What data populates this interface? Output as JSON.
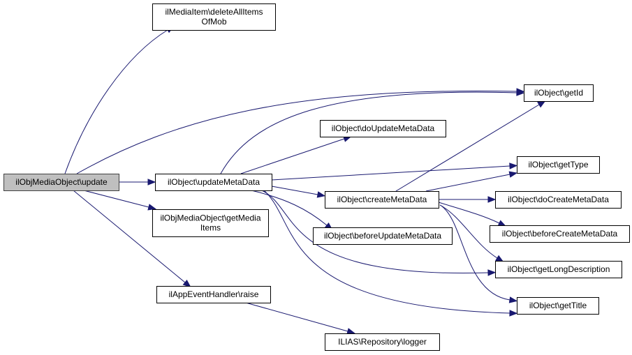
{
  "diagram": {
    "type": "call-graph",
    "colors": {
      "edge": "#191970",
      "root_fill": "#bfbfbf",
      "node_fill": "#ffffff",
      "border": "#000000"
    },
    "nodes": [
      {
        "id": "root",
        "lines": [
          "ilObjMediaObject\\update"
        ],
        "root": true
      },
      {
        "id": "deleteAll",
        "lines": [
          "ilMediaItem\\deleteAllItems",
          "OfMob"
        ]
      },
      {
        "id": "updateMeta",
        "lines": [
          "ilObject\\updateMetaData"
        ]
      },
      {
        "id": "getMediaItems",
        "lines": [
          "ilObjMediaObject\\getMedia",
          "Items"
        ]
      },
      {
        "id": "raise",
        "lines": [
          "ilAppEventHandler\\raise"
        ]
      },
      {
        "id": "doUpdateMeta",
        "lines": [
          "ilObject\\doUpdateMetaData"
        ]
      },
      {
        "id": "createMeta",
        "lines": [
          "ilObject\\createMetaData"
        ]
      },
      {
        "id": "beforeUpdateMeta",
        "lines": [
          "ilObject\\beforeUpdateMetaData"
        ]
      },
      {
        "id": "logger",
        "lines": [
          "ILIAS\\Repository\\logger"
        ]
      },
      {
        "id": "getId",
        "lines": [
          "ilObject\\getId"
        ]
      },
      {
        "id": "getType",
        "lines": [
          "ilObject\\getType"
        ]
      },
      {
        "id": "doCreateMeta",
        "lines": [
          "ilObject\\doCreateMetaData"
        ]
      },
      {
        "id": "beforeCreateMeta",
        "lines": [
          "ilObject\\beforeCreateMetaData"
        ]
      },
      {
        "id": "getLongDesc",
        "lines": [
          "ilObject\\getLongDescription"
        ]
      },
      {
        "id": "getTitle",
        "lines": [
          "ilObject\\getTitle"
        ]
      }
    ],
    "edges": [
      {
        "from": "root",
        "to": "deleteAll"
      },
      {
        "from": "root",
        "to": "getId"
      },
      {
        "from": "root",
        "to": "updateMeta"
      },
      {
        "from": "root",
        "to": "getMediaItems"
      },
      {
        "from": "root",
        "to": "raise"
      },
      {
        "from": "updateMeta",
        "to": "getId"
      },
      {
        "from": "updateMeta",
        "to": "doUpdateMeta"
      },
      {
        "from": "updateMeta",
        "to": "getType"
      },
      {
        "from": "updateMeta",
        "to": "createMeta"
      },
      {
        "from": "updateMeta",
        "to": "beforeUpdateMeta"
      },
      {
        "from": "updateMeta",
        "to": "getLongDesc"
      },
      {
        "from": "updateMeta",
        "to": "getTitle"
      },
      {
        "from": "createMeta",
        "to": "getId"
      },
      {
        "from": "createMeta",
        "to": "getType"
      },
      {
        "from": "createMeta",
        "to": "doCreateMeta"
      },
      {
        "from": "createMeta",
        "to": "beforeCreateMeta"
      },
      {
        "from": "createMeta",
        "to": "getLongDesc"
      },
      {
        "from": "createMeta",
        "to": "getTitle"
      },
      {
        "from": "raise",
        "to": "logger"
      }
    ]
  }
}
